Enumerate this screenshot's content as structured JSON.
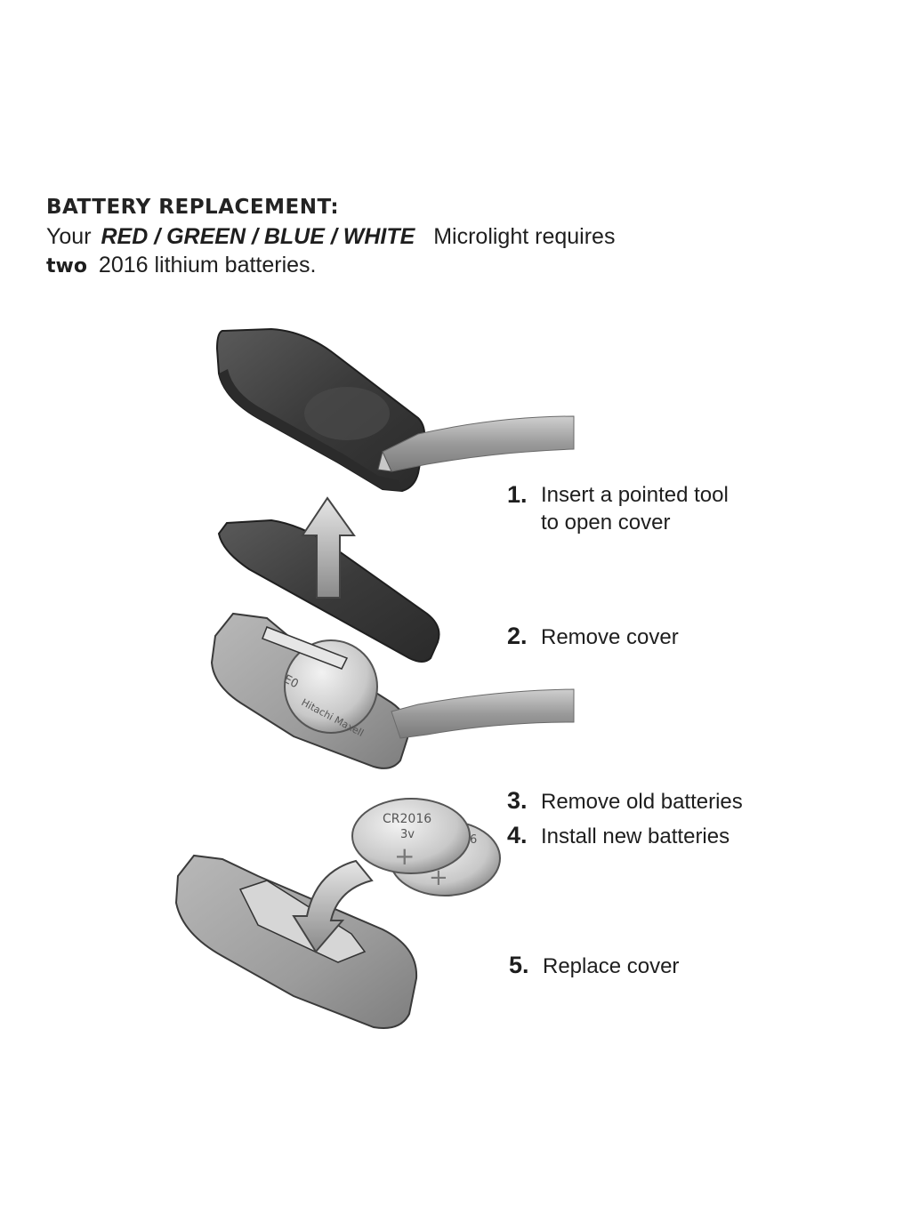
{
  "header": {
    "title": "BATTERY REPLACEMENT:",
    "line1_prefix": "Your",
    "line1_colors": "RED / GREEN / BLUE / WHITE",
    "line1_suffix": "Microlight requires",
    "line2_bold": "two",
    "line2_rest": "2016 lithium batteries."
  },
  "steps": [
    {
      "num": "1.",
      "lines": [
        "Insert a pointed tool",
        "to open cover"
      ]
    },
    {
      "num": "2.",
      "lines": [
        "Remove cover"
      ]
    },
    {
      "num": "3.",
      "lines": [
        "Remove old batteries"
      ]
    },
    {
      "num": "4.",
      "lines": [
        "Install new batteries"
      ]
    },
    {
      "num": "5.",
      "lines": [
        "Replace cover"
      ]
    }
  ],
  "illustration": {
    "coin_front_model": "CR2016",
    "coin_front_voltage": "3v",
    "coin_plus": "+",
    "coin_back_partial": "6",
    "installed_battery_code": "E0",
    "installed_battery_brand": "Hitachi Maxell"
  }
}
